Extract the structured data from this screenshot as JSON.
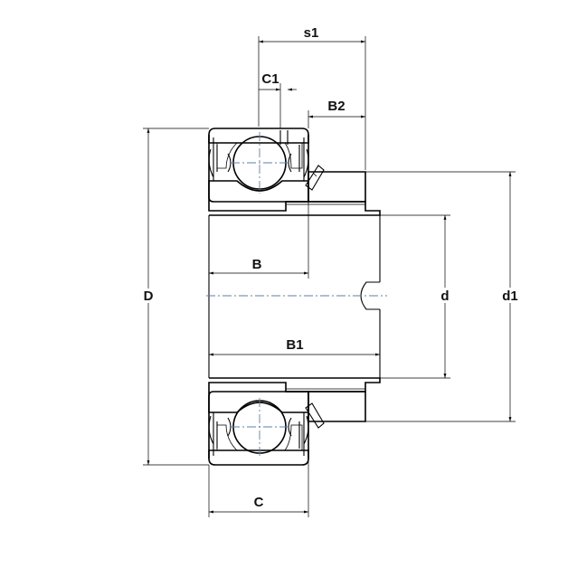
{
  "colors": {
    "line": "#000000",
    "centerline": "#5b7fa8",
    "background": "#ffffff"
  },
  "labels": {
    "s1": "s1",
    "C1": "C1",
    "B2": "B2",
    "D": "D",
    "B": "B",
    "d": "d",
    "d1": "d1",
    "B1": "B1",
    "C": "C"
  }
}
